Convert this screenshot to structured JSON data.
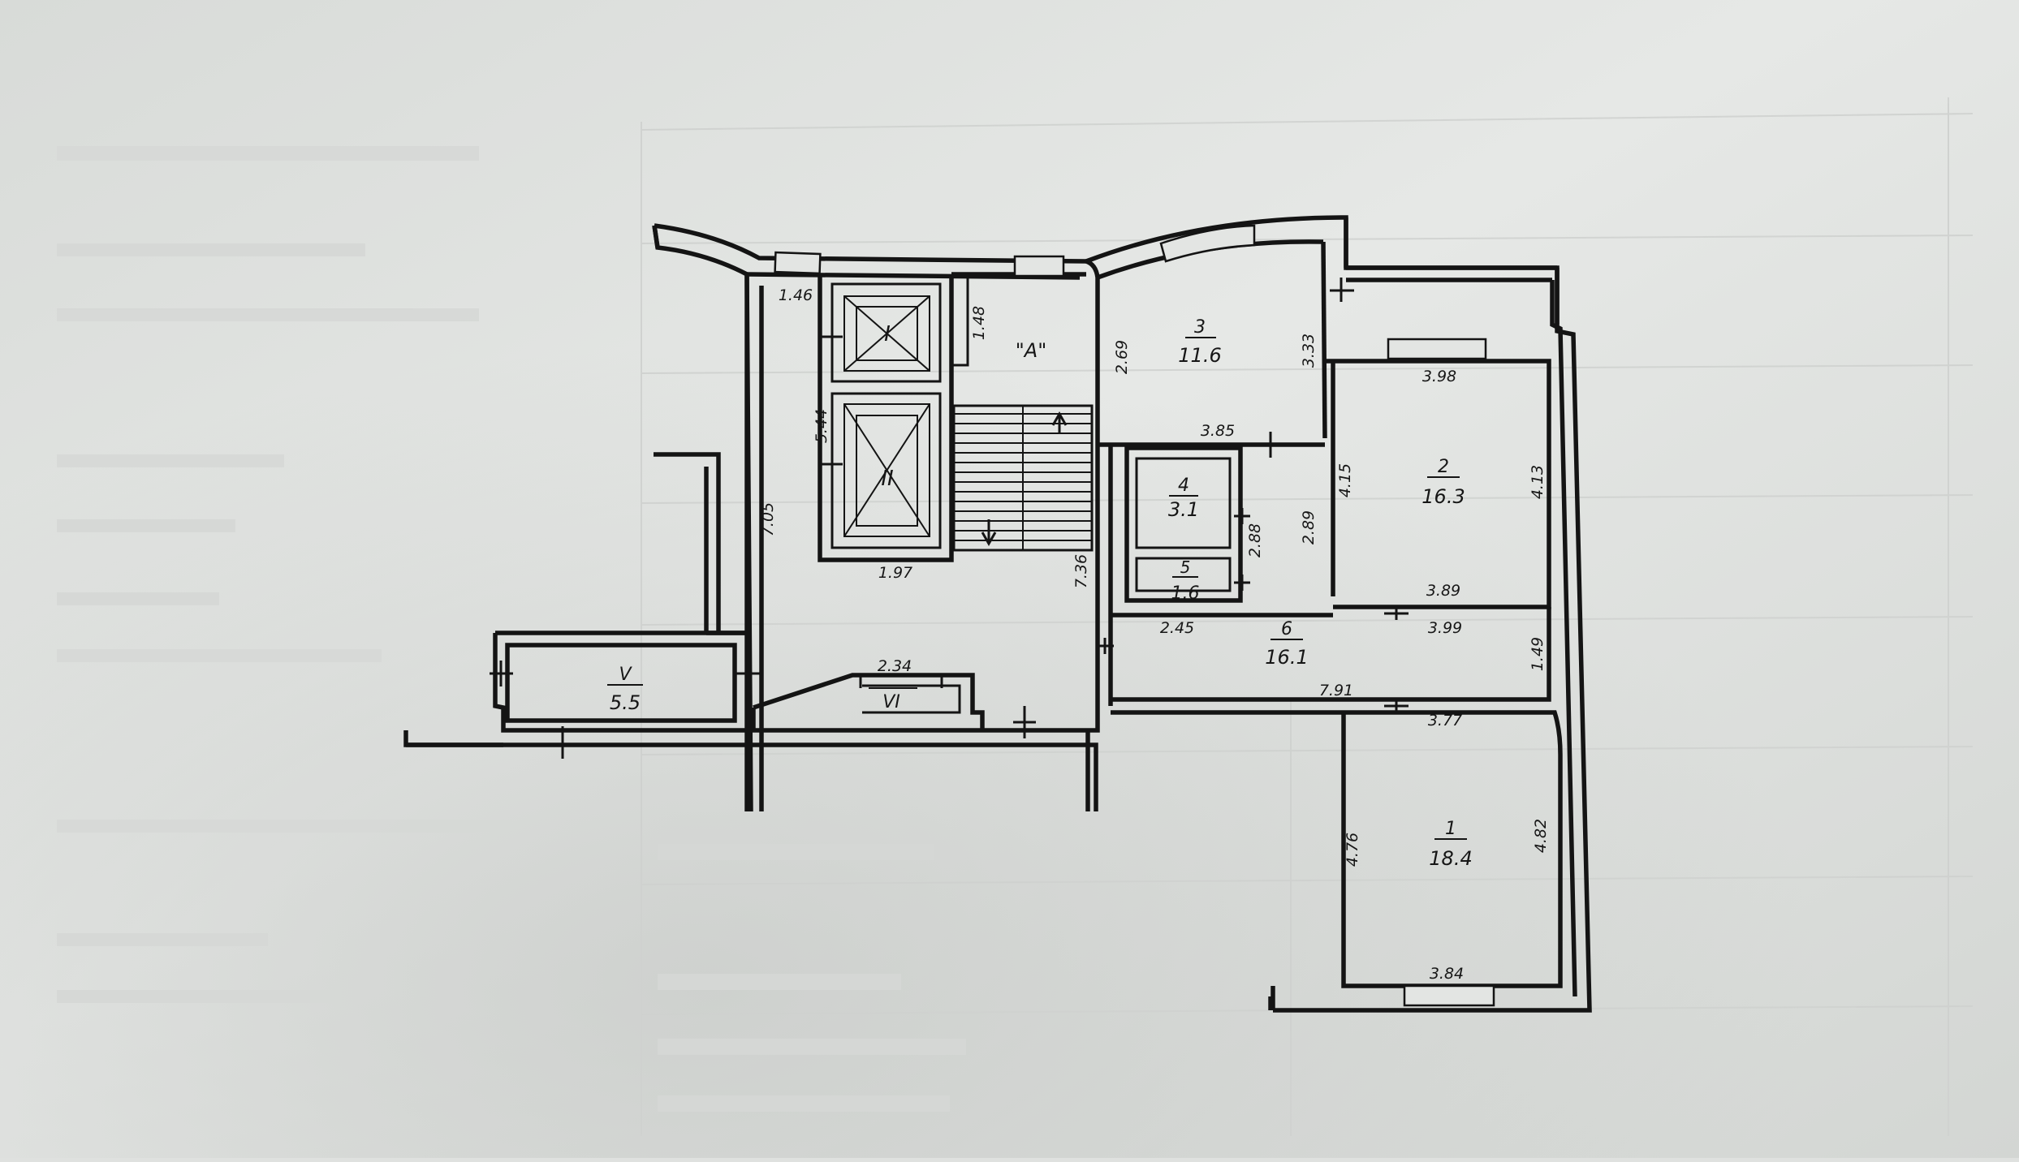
{
  "plan": {
    "stair_label": "\"A\"",
    "rooms": [
      {
        "id": "1",
        "number": "1",
        "area": "18.4"
      },
      {
        "id": "2",
        "number": "2",
        "area": "16.3"
      },
      {
        "id": "3",
        "number": "3",
        "area": "11.6"
      },
      {
        "id": "4",
        "number": "4",
        "area": "3.1"
      },
      {
        "id": "5",
        "number": "5",
        "area": "1.6"
      },
      {
        "id": "6",
        "number": "6",
        "area": "16.1"
      }
    ],
    "common_areas": [
      {
        "id": "V",
        "number": "V",
        "area": "5.5"
      },
      {
        "id": "VI",
        "number": "VI",
        "area": ""
      }
    ],
    "lifts": [
      {
        "id": "I",
        "label": "I"
      },
      {
        "id": "II",
        "label": "II"
      }
    ],
    "dimensions": {
      "d146": "1.46",
      "d148": "1.48",
      "d544": "5.44",
      "d705": "7.05",
      "d197": "1.97",
      "d736": "7.36",
      "d234": "2.34",
      "d269": "2.69",
      "d333": "3.33",
      "d385": "3.85",
      "d398": "3.98",
      "d415": "4.15",
      "d413": "4.13",
      "d288": "2.88",
      "d289": "2.89",
      "d389": "3.89",
      "d399": "3.99",
      "d245": "2.45",
      "d149": "1.49",
      "d791": "7.91",
      "d377": "3.77",
      "d476": "4.76",
      "d482": "4.82",
      "d384": "3.84"
    }
  }
}
